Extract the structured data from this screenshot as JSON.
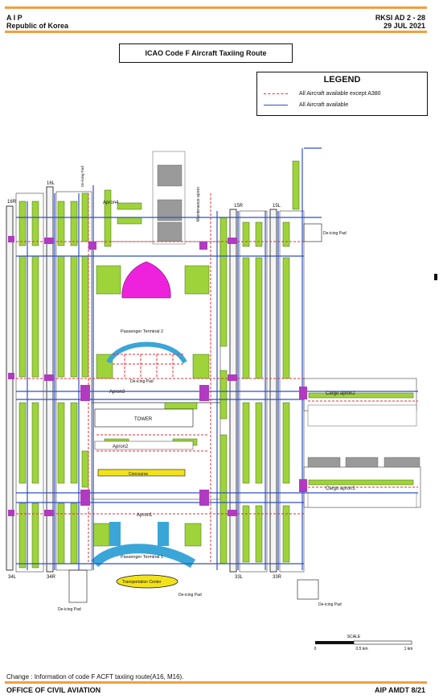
{
  "header": {
    "left_line1": "A I P",
    "left_line2": "Republic of Korea",
    "right_line1": "RKSI AD 2 - 28",
    "right_line2": "29 JUL 2021"
  },
  "chart_title": "ICAO Code F Aircraft Taxiing Route",
  "legend": {
    "title": "LEGEND",
    "items": [
      {
        "label": "All Aircraft available except A380",
        "color": "#e0303a",
        "style": "dashed"
      },
      {
        "label": "All Aircraft available",
        "color": "#3050c0",
        "style": "solid"
      }
    ]
  },
  "map_labels": {
    "runway_16l": "16L",
    "runway_16r": "16R",
    "runway_15r": "15R",
    "runway_15l": "15L",
    "runway_34l": "34L",
    "runway_34r": "34R",
    "runway_33l": "33L",
    "runway_33r": "33R",
    "apron4": "Apron4",
    "apron3": "Apron3",
    "apron2": "Apron2",
    "apron1": "Apron1",
    "maintenance_apron": "Maintenance apron",
    "passenger_terminal2": "Passenger Terminal 2",
    "passenger_terminal1": "Passenger Terminal 1",
    "concourse": "Concourse",
    "tower": "TOWER",
    "transportation_center": "Transportation Center",
    "cargo_apron2": "Cargo apron2",
    "cargo_apron1": "Cargo apron1",
    "deicing_pad_top_right": "De-icing Pad",
    "deicing_pad_center": "De-icing Pad",
    "deicing_pad_bottom_left": "De-icing Pad",
    "deicing_pad_bottom_center": "De-icing Pad",
    "deicing_pad_bottom_right": "De-icing Pad",
    "deicing_pad_top_left": "De-icing Pad"
  },
  "scale": {
    "label": "SCALE",
    "ticks": [
      "0",
      "0.5 km",
      "1 km"
    ]
  },
  "footer": {
    "change_note": "Change : Information of code F ACFT taxiing route(A16, M16).",
    "left": "OFFICE OF CIVIL AVIATION",
    "right": "AIP AMDT 8/21"
  },
  "colors": {
    "accent_rule": "#f0a040",
    "grass": "#9fd33a",
    "terminal_blue": "#3aa6d8",
    "terminal2_magenta": "#ee22dd",
    "stand_marker": "#b03ac0",
    "yellow_building": "#f2e21a",
    "gray_block": "#9a9a9a"
  }
}
